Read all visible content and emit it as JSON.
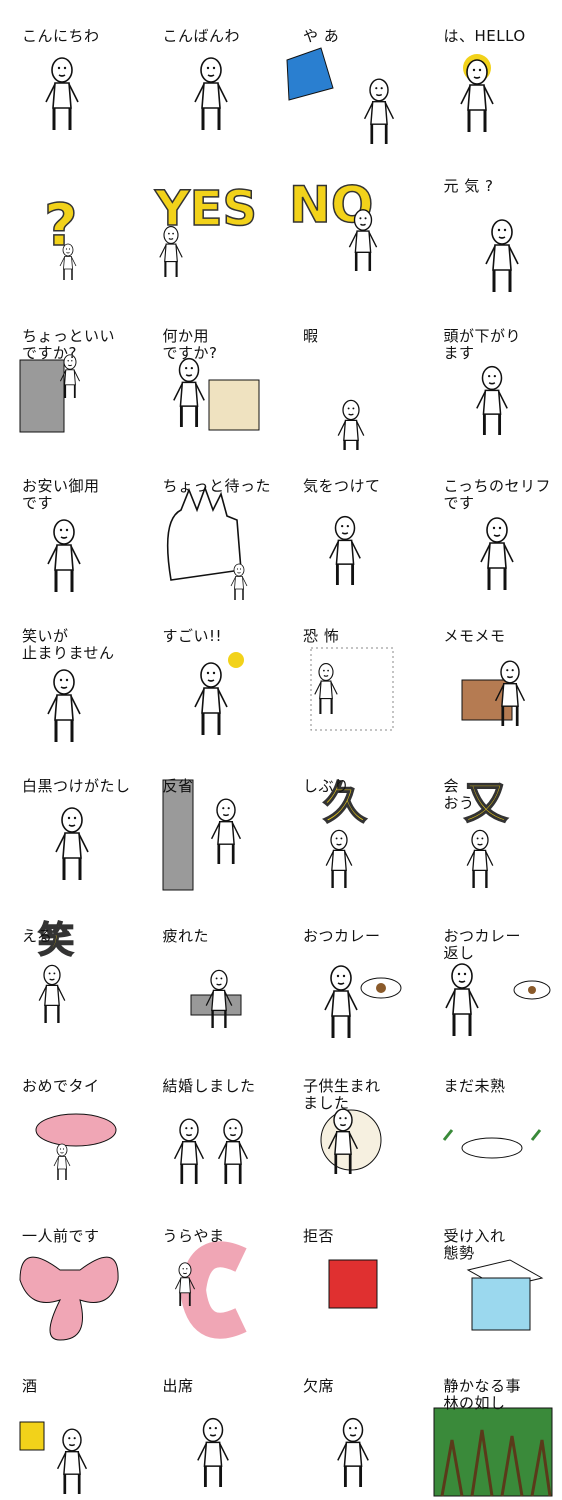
{
  "stickers": [
    {
      "caption": "こんにちわ"
    },
    {
      "caption": "こんばんわ"
    },
    {
      "caption": "や あ"
    },
    {
      "caption": "は、HELLO"
    },
    {
      "caption": ""
    },
    {
      "caption": "",
      "big_text": "YES"
    },
    {
      "caption": "",
      "big_text": "NO"
    },
    {
      "caption": "元 気 ?"
    },
    {
      "caption": "ちょっといい\nですか?"
    },
    {
      "caption": "何か用\nですか?"
    },
    {
      "caption": "暇"
    },
    {
      "caption": "頭が下がり\nます"
    },
    {
      "caption": "お安い御用\nです"
    },
    {
      "caption": "ちょっと待った"
    },
    {
      "caption": "気をつけて"
    },
    {
      "caption": "こっちのセリフ\nです"
    },
    {
      "caption": "笑いが\n止まりません"
    },
    {
      "caption": "すごい!!"
    },
    {
      "caption": "恐 怖"
    },
    {
      "caption": "メモメモ"
    },
    {
      "caption": "白黒つけがたし"
    },
    {
      "caption": "反省"
    },
    {
      "caption": "しぶり",
      "big_text": "久"
    },
    {
      "caption": "会\nおう",
      "big_text": "又"
    },
    {
      "caption": "える",
      "big_text": "笑"
    },
    {
      "caption": "疲れた"
    },
    {
      "caption": "おつカレー"
    },
    {
      "caption": "おつカレー\n返し"
    },
    {
      "caption": "おめでタイ"
    },
    {
      "caption": "結婚しました"
    },
    {
      "caption": "子供生まれ\nました"
    },
    {
      "caption": "まだ未熟"
    },
    {
      "caption": "一人前です"
    },
    {
      "caption": "うらやま",
      "big_text": "C"
    },
    {
      "caption": "拒否"
    },
    {
      "caption": "受け入れ\n態勢"
    },
    {
      "caption": "酒"
    },
    {
      "caption": "出席"
    },
    {
      "caption": "欠席"
    },
    {
      "caption": "静かなる事\n林の如し"
    }
  ],
  "colors": {
    "yellow": "#f2d21a",
    "blue": "#2a7fd0",
    "gray": "#9a9a9a",
    "tan": "#efe2c0",
    "pink": "#f0a6b5",
    "red": "#e03030",
    "green": "#3a8a3a",
    "sky": "#9bd8ee"
  }
}
